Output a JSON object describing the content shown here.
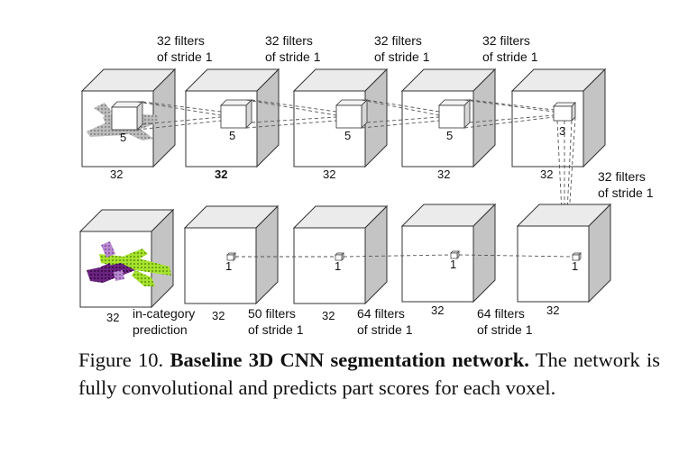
{
  "top_row": {
    "filter_labels": [
      [
        "32 filters",
        "of stride 1"
      ],
      [
        "32 filters",
        "of stride 1"
      ],
      [
        "32 filters",
        "of stride 1"
      ],
      [
        "32 filters",
        "of stride 1"
      ]
    ],
    "size_labels": [
      "32",
      "32",
      "32",
      "32",
      "32"
    ],
    "kernel_labels": [
      "5",
      "5",
      "5",
      "5",
      "3"
    ]
  },
  "side_filter_label": [
    "32 filters",
    "of stride 1"
  ],
  "bottom_row": {
    "size_labels": [
      "32",
      "32",
      "32",
      "32",
      "32"
    ],
    "kernel_labels": [
      "1",
      "1",
      "1",
      "1"
    ],
    "prediction_label": [
      "in-category",
      "prediction"
    ],
    "filter_labels": [
      [
        "50 filters",
        "of stride 1"
      ],
      [
        "64 filters",
        "of stride 1"
      ],
      [
        "64 filters",
        "of stride 1"
      ]
    ]
  },
  "caption": {
    "prefix": "Figure 10.",
    "title": "Baseline 3D CNN segmentation network.",
    "body": "The network is fully convolutional and predicts part scores for each voxel."
  },
  "colors": {
    "airplane_part_a": "#a6e22e",
    "airplane_part_b": "#6b2380",
    "airplane_part_c": "#b98ad0",
    "voxel_gray": "#b0b0b0"
  }
}
